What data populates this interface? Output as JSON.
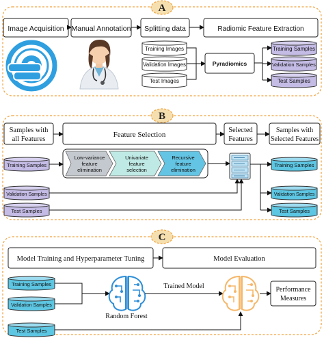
{
  "panel_a": {
    "badge": "A",
    "steps": [
      "Image Acquisition",
      "Manual Annotation",
      "Splitting data",
      "Radiomic Feature Extraction"
    ],
    "inputs": [
      "Training Images",
      "Validation Images",
      "Test Images"
    ],
    "processor": "Pyradiomics",
    "outputs": [
      "Training Samples",
      "Validation Samples",
      "Test Samples"
    ],
    "icons": [
      "mri-scanner-icon",
      "doctor-icon"
    ]
  },
  "panel_b": {
    "badge": "B",
    "header": {
      "samples_all_line1": "Samples with",
      "samples_all_line2": "all Features",
      "feature_selection": "Feature Selection",
      "selected_line1": "Selected",
      "selected_line2": "Features",
      "samples_sel_line1": "Samples with",
      "samples_sel_line2": "Selected Features"
    },
    "steps": [
      {
        "line1": "Low-variance",
        "line2": "feature",
        "line3": "elimination"
      },
      {
        "line1": "Univariate",
        "line2": "feature",
        "line3": "selection"
      },
      {
        "line1": "Recursive",
        "line2": "feature",
        "line3": "elimination"
      }
    ],
    "inputs": [
      "Training Samples",
      "Validation Samples",
      "Test Samples"
    ],
    "outputs": [
      "Training Samples",
      "Validation Samples",
      "Test Samples"
    ],
    "icons": [
      "feature-list-icon"
    ]
  },
  "panel_c": {
    "badge": "C",
    "training_box": "Model Training and Hyperparameter Tuning",
    "evaluation_box": "Model Evaluation",
    "inputs": [
      "Training Samples",
      "Validation Samples",
      "Test Samples"
    ],
    "model_label": "Random Forest",
    "trained_label": "Trained Model",
    "measures_line1": "Performance",
    "measures_line2": "Measures",
    "icons": [
      "neural-brain-icon",
      "trained-brain-icon"
    ]
  },
  "colors": {
    "panel_border": "#f0a23c",
    "badge_fill": "#f6dfae",
    "purple_cyl": "#c5bce6",
    "blue_cyl": "#5dc6e2",
    "grey_step": "#c4c9cf",
    "teal_step": "#bfe9e4",
    "blue_step": "#64c4e3",
    "brain_blue": "#2f8fd8",
    "brain_orange": "#f5b86b",
    "mri_blue": "#2f9fe0"
  }
}
